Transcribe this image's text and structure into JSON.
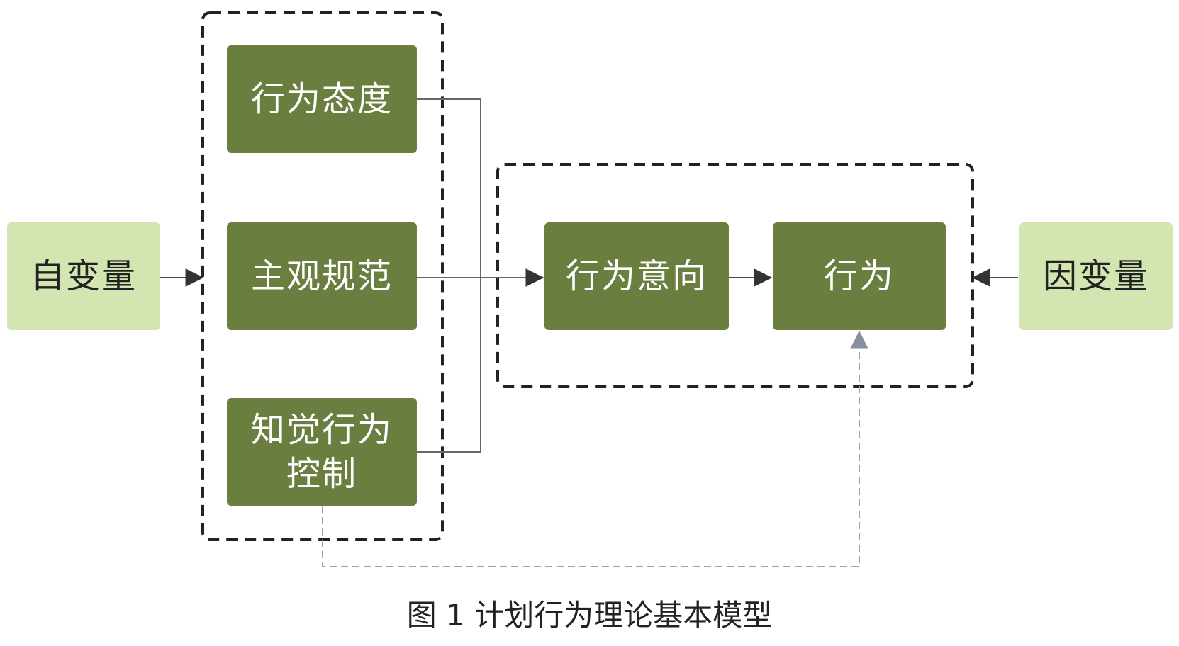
{
  "nodes": {
    "independent_variable": "自变量",
    "attitude": "行为态度",
    "subjective_norm": "主观规范",
    "perceived_control": "知觉行为控制",
    "intention": "行为意向",
    "behavior": "行为",
    "dependent_variable": "因变量"
  },
  "caption": "图 1 计划行为理论基本模型",
  "colors": {
    "dark_node": "#6a7f3f",
    "light_node": "#d3e6b1",
    "connector": "#666666",
    "dashed_connector": "#9aa3b3",
    "dashed_arrow": "#8590a3"
  }
}
